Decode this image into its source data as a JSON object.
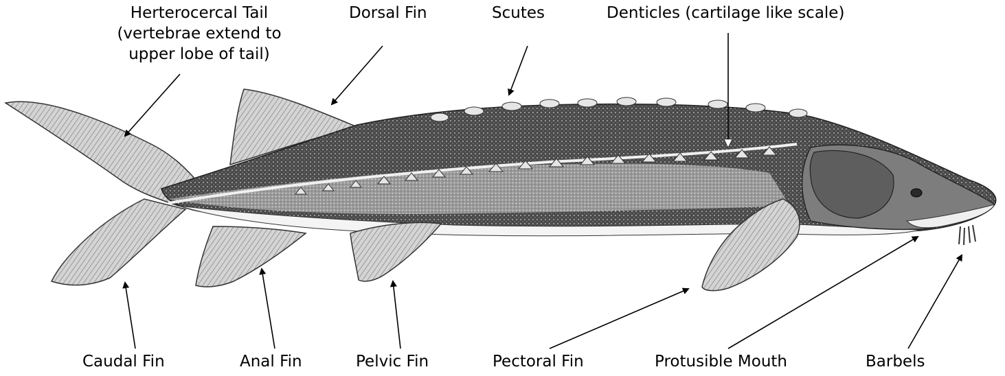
{
  "labels": {
    "tail": {
      "lines": [
        "Herterocercal Tail",
        "(vertebrae extend to",
        "upper lobe of tail)"
      ]
    },
    "dorsal": "Dorsal Fin",
    "scutes": "Scutes",
    "denticles": "Denticles (cartilage like scale)",
    "caudal": "Caudal Fin",
    "anal": "Anal Fin",
    "pelvic": "Pelvic Fin",
    "pectoral": "Pectoral Fin",
    "mouth": "Protusible Mouth",
    "barbels": "Barbels"
  },
  "colors": {
    "text": "#000000",
    "body_dark": "#3a3a3a",
    "body_mid": "#8a8a8a",
    "belly": "#f4f4f4",
    "fin": "#b8b8b8",
    "scute": "#e6e6e6",
    "arrow": "#000000",
    "arrow_light": "#ffffff"
  }
}
